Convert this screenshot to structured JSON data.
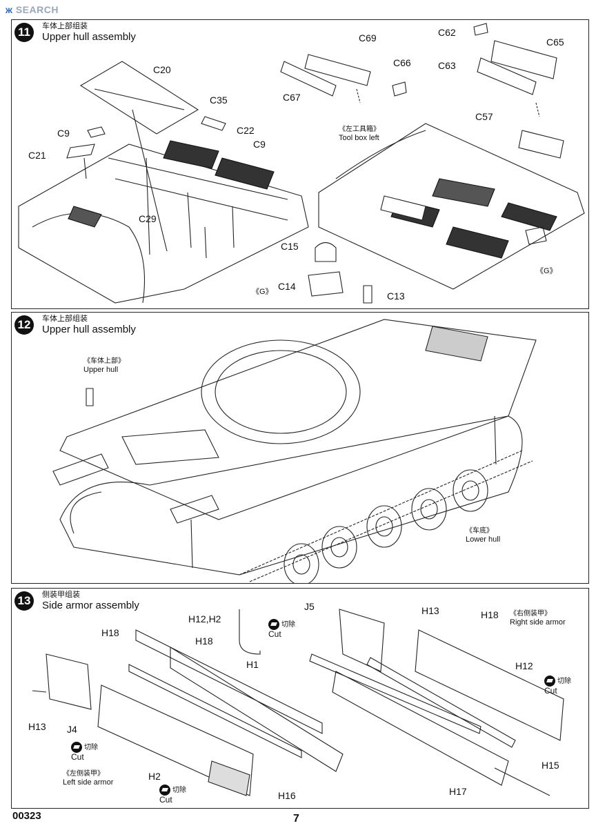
{
  "watermark": {
    "cn": "ж",
    "en": "SEARCH"
  },
  "steps": [
    {
      "num": "11",
      "title_zh": "车体上部组装",
      "title_en": "Upper hull assembly"
    },
    {
      "num": "12",
      "title_zh": "车体上部组装",
      "title_en": "Upper hull assembly"
    },
    {
      "num": "13",
      "title_zh": "侧装甲组装",
      "title_en": "Side armor assembly"
    }
  ],
  "step11_labels": {
    "c20": "C20",
    "c35": "C35",
    "c9a": "C9",
    "c22": "C22",
    "c9b": "C9",
    "c21": "C21",
    "c29": "C29",
    "c69": "C69",
    "c66": "C66",
    "c67": "C67",
    "c62": "C62",
    "c65": "C65",
    "c63": "C63",
    "c57": "C57",
    "c15": "C15",
    "c14": "C14",
    "c13": "C13",
    "g1": "《G》",
    "g2": "《G》",
    "toolbox_zh": "《左工具箱》",
    "toolbox_en": "Tool box left"
  },
  "step12_labels": {
    "upper_zh": "《车体上部》",
    "upper_en": "Upper hull",
    "lower_zh": "《车底》",
    "lower_en": "Lower hull"
  },
  "step13_labels": {
    "h12h2": "H12,H2",
    "j5": "J5",
    "h13a": "H13",
    "h18a": "H18",
    "h18b": "H18",
    "h18c": "H18",
    "h1": "H1",
    "h12": "H12",
    "h13b": "H13",
    "j4": "J4",
    "h2": "H2",
    "h15": "H15",
    "h16": "H16",
    "h17": "H17",
    "right_zh": "《右侧装甲》",
    "right_en": "Right side armor",
    "left_zh": "《左侧装甲》",
    "left_en": "Left side armor",
    "cut_zh": "切除",
    "cut_en": "Cut"
  },
  "footer": {
    "code": "00323",
    "page": "7"
  }
}
